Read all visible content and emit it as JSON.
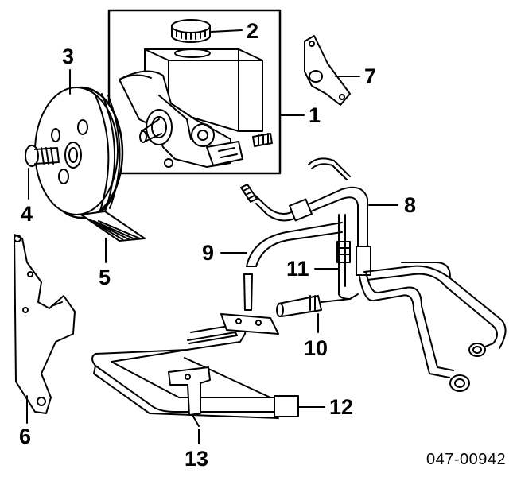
{
  "callouts": [
    "1",
    "2",
    "3",
    "4",
    "5",
    "6",
    "7",
    "8",
    "9",
    "10",
    "11",
    "12",
    "13"
  ],
  "figure_code": "047-00942",
  "colors": {
    "ink": "#000000",
    "paper": "#ffffff",
    "shade": "#d9d9d9"
  }
}
